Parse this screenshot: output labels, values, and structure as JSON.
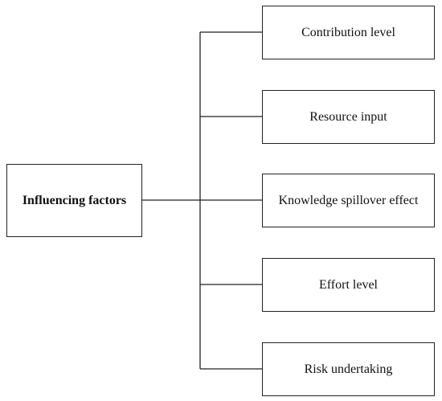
{
  "diagram": {
    "root": {
      "label": "Influencing factors"
    },
    "factors": [
      {
        "label": "Contribution level"
      },
      {
        "label": "Resource input"
      },
      {
        "label": "Knowledge spillover effect"
      },
      {
        "label": "Effort level"
      },
      {
        "label": "Risk undertaking"
      }
    ],
    "colors": {
      "line": "#222222",
      "box_border": "#222222",
      "text": "#111111",
      "background": "#ffffff"
    }
  }
}
